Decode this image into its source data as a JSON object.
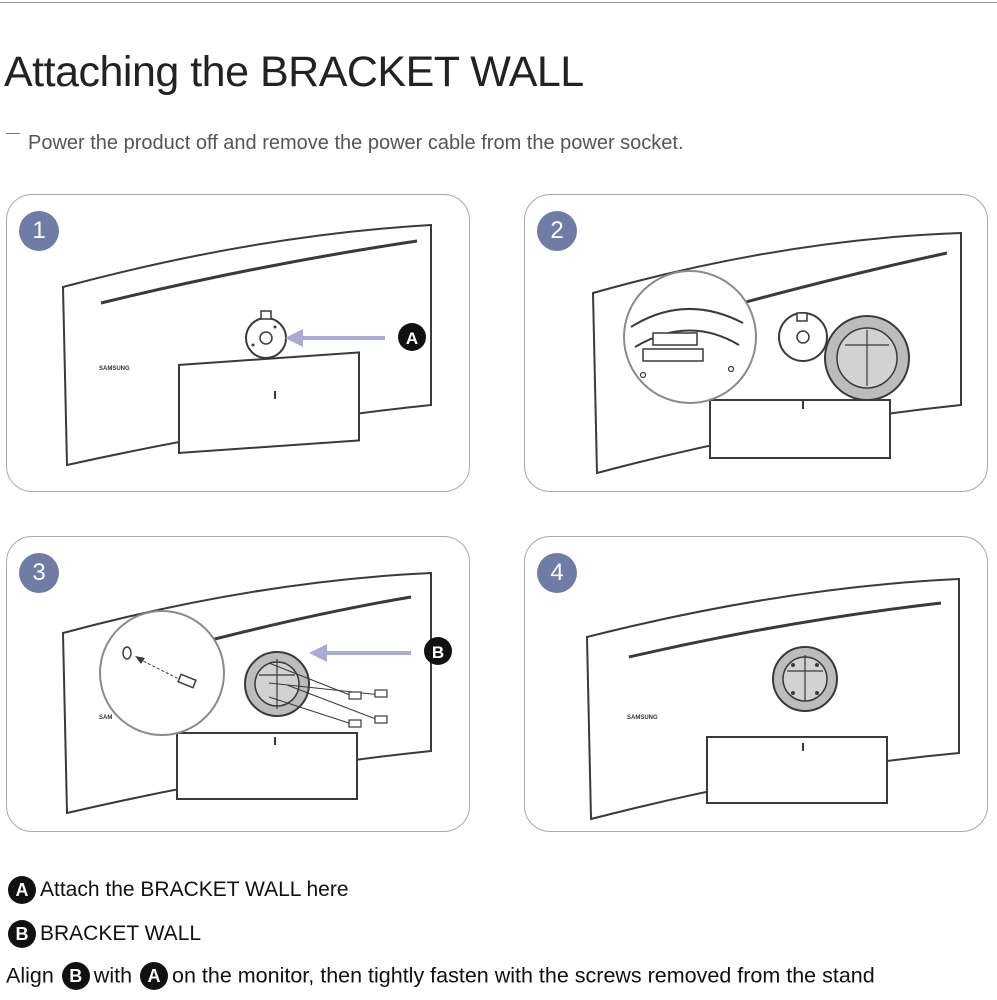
{
  "title": "Attaching the BRACKET WALL",
  "note": "Power the product off and remove the power cable from the power socket.",
  "steps": [
    {
      "number": "1",
      "callout": "A",
      "brand": "SAMSUNG"
    },
    {
      "number": "2",
      "brand": ""
    },
    {
      "number": "3",
      "callout": "B",
      "brand": "SAM"
    },
    {
      "number": "4",
      "brand": "SAMSUNG"
    }
  ],
  "legend": {
    "a": {
      "badge": "A",
      "text": "Attach the BRACKET WALL here"
    },
    "b": {
      "badge": "B",
      "text": "BRACKET WALL"
    }
  },
  "instruction": {
    "prefix": "Align",
    "badge_1": "B",
    "middle": "with",
    "badge_2": "A",
    "suffix": "on the monitor, then tightly fasten with the screws removed from the stand"
  },
  "colors": {
    "step_badge": "#6f7ca6",
    "arrow": "#a9abd6",
    "bracket_fill": "#b8b8b8",
    "line_art": "#3a3a3a"
  }
}
